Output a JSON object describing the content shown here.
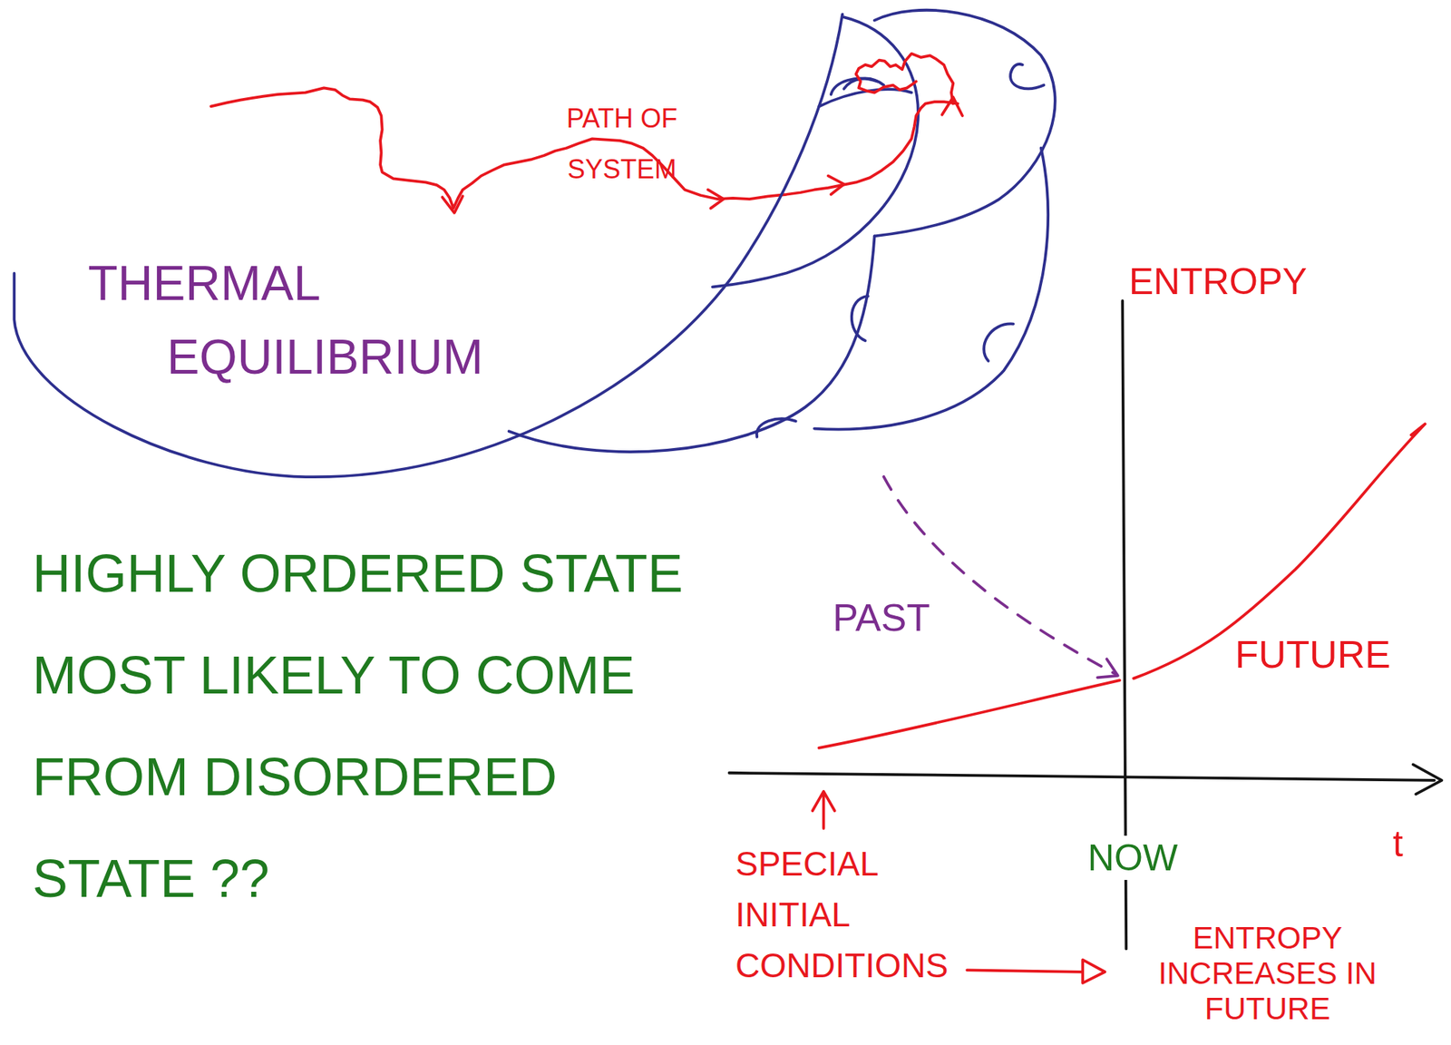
{
  "diagram": {
    "nodes": [
      {
        "text": [
          "THERMAL EQUILIBRIUM"
        ]
      }
    ],
    "labels": [
      "PATH OF SYSTEM",
      "ENTROPY",
      "HIGHLY ORDERED STATE MOST LIKELY TO COME FROM DISORDERED STATE ??",
      "PAST",
      "FUTURE",
      "t",
      "NOW",
      "SPECIAL INITIAL CONDITIONS",
      "ENTROPY INCREASES IN FUTURE"
    ]
  }
}
